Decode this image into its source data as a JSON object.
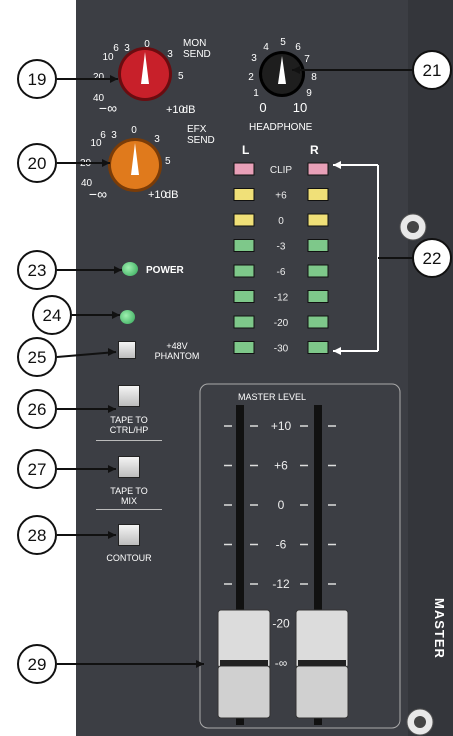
{
  "knobs": {
    "mon_send": {
      "title_line1": "MON",
      "title_line2": "SEND",
      "scale": [
        "0",
        "3",
        "5",
        "+10",
        "dB",
        "−∞",
        "40",
        "20",
        "10",
        "6",
        "3"
      ]
    },
    "efx_send": {
      "title_line1": "EFX",
      "title_line2": "SEND",
      "scale": [
        "0",
        "3",
        "5",
        "+10",
        "dB",
        "−∞",
        "40",
        "20",
        "10",
        "6",
        "3"
      ]
    },
    "headphone": {
      "title": "HEADPHONE",
      "scale": [
        "0",
        "1",
        "2",
        "3",
        "4",
        "5",
        "6",
        "7",
        "8",
        "9",
        "10"
      ]
    }
  },
  "callouts": [
    "19",
    "20",
    "21",
    "22",
    "23",
    "24",
    "25",
    "26",
    "27",
    "28",
    "29"
  ],
  "meter": {
    "left_label": "L",
    "right_label": "R",
    "rows": [
      {
        "label": "CLIP",
        "color": "#e8a0b8"
      },
      {
        "label": "+6",
        "color": "#f0e078"
      },
      {
        "label": "0",
        "color": "#f0e078"
      },
      {
        "label": "-3",
        "color": "#7ec88a"
      },
      {
        "label": "-6",
        "color": "#7ec88a"
      },
      {
        "label": "-12",
        "color": "#7ec88a"
      },
      {
        "label": "-20",
        "color": "#7ec88a"
      },
      {
        "label": "-30",
        "color": "#7ec88a"
      }
    ]
  },
  "power_label": "POWER",
  "phantom_label_line1": "+48V",
  "phantom_label_line2": "PHANTOM",
  "buttons": {
    "tape_to_ctrl_line1": "TAPE TO",
    "tape_to_ctrl_line2": "CTRL/HP",
    "tape_to_mix_line1": "TAPE TO",
    "tape_to_mix_line2": "MIX",
    "contour": "CONTOUR"
  },
  "fader": {
    "title": "MASTER LEVEL",
    "scale": [
      "+10",
      "+6",
      "0",
      "-6",
      "-12",
      "-20",
      "-∞"
    ]
  },
  "section_label": "MASTER",
  "colors": {
    "panel": "#3c3e44",
    "mon_knob": "#c8202a",
    "efx_knob": "#e07a1c",
    "headphone_knob": "#1e1e1e",
    "power_led": "#3fcf6a"
  }
}
